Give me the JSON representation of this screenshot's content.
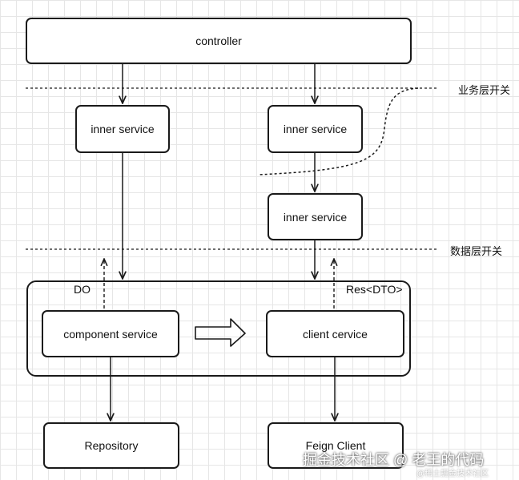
{
  "boxes": {
    "controller": "controller",
    "inner_service_left": "inner service",
    "inner_service_right_top": "inner service",
    "inner_service_right_bottom": "inner service",
    "component_service": "component service",
    "client_service": "client cervice",
    "repository": "Repository",
    "feign_client": "Feign Client"
  },
  "tags": {
    "do": "DO",
    "res_dto": "Res<DTO>"
  },
  "dividers": {
    "business_layer_switch": "业务层开关",
    "data_layer_switch": "数据层开关"
  },
  "watermark": {
    "main": "掘金技术社区 @ 老王的代码",
    "sub": "@稀土掘金技术社区"
  }
}
